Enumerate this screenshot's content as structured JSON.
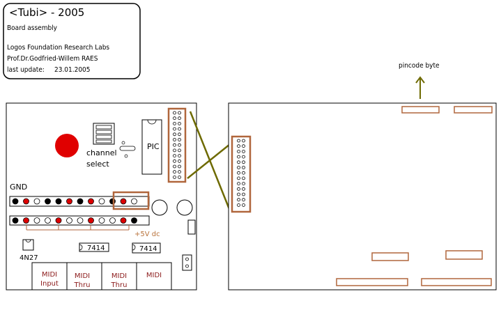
{
  "title_box": {
    "title": "<Tubi> - 2005",
    "line1": "Board  assembly",
    "line2": "Logos Foundation Research Labs",
    "line3": "Prof.Dr.Godfried-Willem RAES",
    "update_label": "last update:",
    "update_date": "23.01.2005"
  },
  "pincode_label": "pincode byte",
  "left_board": {
    "gnd_label": "GND",
    "channel_label": "channel",
    "select_label": "select",
    "pic_label": "PIC",
    "vdc_label": "+5V dc",
    "opto_label": "4N27",
    "chip1_label": "7414",
    "chip2_label": "7414",
    "connectors": [
      {
        "line1": "MIDI",
        "line2": "Input"
      },
      {
        "line1": "MIDI",
        "line2": "Thru"
      },
      {
        "line1": "MIDI",
        "line2": "Thru"
      },
      {
        "line1": "MIDI",
        "line2": ""
      }
    ],
    "top_row_dots": [
      "black",
      "red",
      "white",
      "black",
      "black",
      "red",
      "black",
      "red",
      "white",
      "black",
      "red",
      "white"
    ],
    "bottom_row_dots": [
      "black",
      "red",
      "white",
      "white",
      "red",
      "white",
      "white",
      "red",
      "white",
      "white",
      "red",
      "black"
    ]
  },
  "colors": {
    "outline": "#000000",
    "brown": "#b0663c",
    "olive": "#6e6a00",
    "red_led": "#e00000",
    "dot_red": "#dd0000",
    "label_red": "#8b1a1a"
  }
}
